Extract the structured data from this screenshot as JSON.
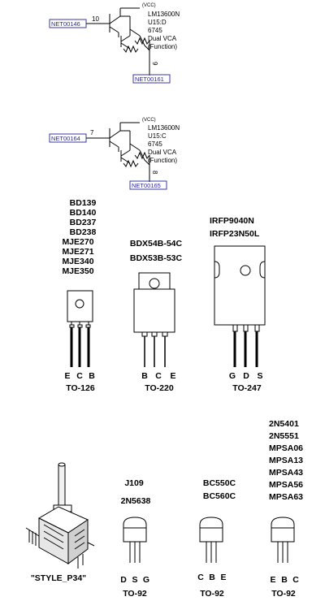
{
  "schematic": {
    "vcas": [
      {
        "net_in": "NET00146",
        "pin_in": "10",
        "vcc": "(VCC)",
        "part": "LM13600N",
        "ref": "U15:D",
        "code": "6745",
        "desc1": "Dual VCA",
        "desc2": "(Function)",
        "pin_out": "9",
        "net_out": "NET00161"
      },
      {
        "net_in": "NET00164",
        "pin_in": "7",
        "vcc": "(VCC)",
        "part": "LM13600N",
        "ref": "U15:C",
        "code": "6745",
        "desc1": "Dual VCA",
        "desc2": "(Function)",
        "pin_out": "8",
        "net_out": "NET00165"
      }
    ]
  },
  "packages": {
    "to126": {
      "parts": [
        "BD139",
        "BD140",
        "BD237",
        "BD238",
        "MJE270",
        "MJE271",
        "MJE340",
        "MJE350"
      ],
      "pins": [
        "E",
        "C",
        "B"
      ],
      "name": "TO-126"
    },
    "to220": {
      "parts": [
        "BDX54B-54C",
        "BDX53B-53C"
      ],
      "pins": [
        "B",
        "C",
        "E"
      ],
      "name": "TO-220"
    },
    "to247": {
      "parts": [
        "IRFP9040N",
        "IRFP23N50L"
      ],
      "pins": [
        "G",
        "D",
        "S"
      ],
      "name": "TO-247"
    },
    "pot": {
      "name": "\"STYLE_P34\""
    },
    "to92_a": {
      "parts": [
        "J109",
        "2N5638"
      ],
      "pins": [
        "D",
        "S",
        "G"
      ],
      "name": "TO-92"
    },
    "to92_b": {
      "parts": [
        "BC550C",
        "BC560C"
      ],
      "pins": [
        "C",
        "B",
        "E"
      ],
      "name": "TO-92"
    },
    "to92_c": {
      "parts": [
        "2N5401",
        "2N5551",
        "MPSA06",
        "MPSA13",
        "MPSA43",
        "MPSA56",
        "MPSA63"
      ],
      "pins": [
        "E",
        "B",
        "C"
      ],
      "name": "TO-92"
    }
  }
}
